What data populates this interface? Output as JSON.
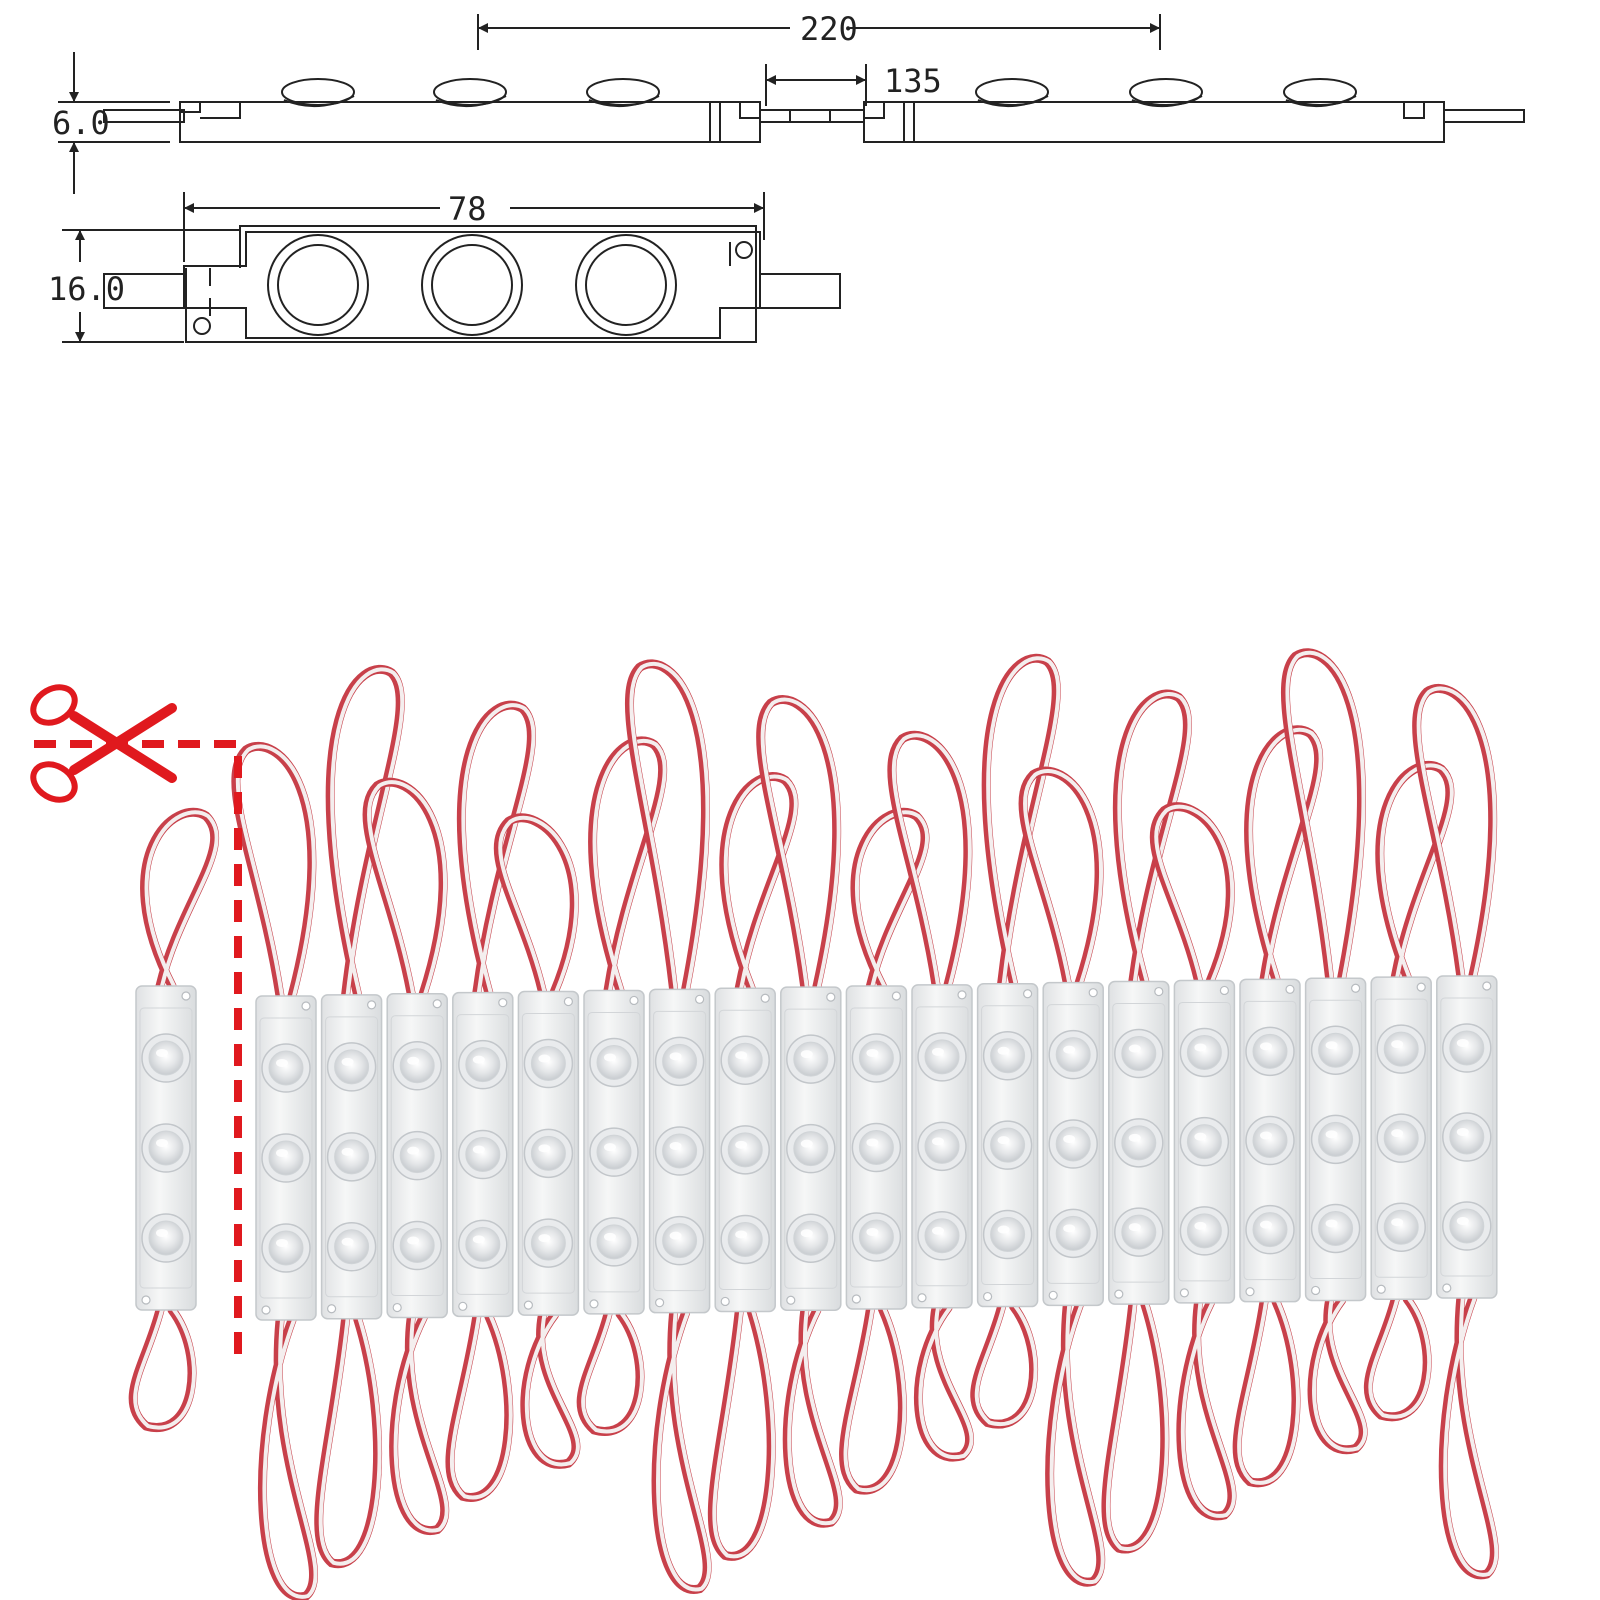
{
  "drawing": {
    "total_span": "220",
    "gap": "135",
    "height": "6.0",
    "length": "78",
    "width": "16.0",
    "line_color": "#222222"
  },
  "photo": {
    "module_count": 20,
    "leds_per_module": 3,
    "cut_color": "#e0191e",
    "module_color": "#f1f2f2",
    "wire_red": "#c8404a",
    "wire_white": "#f4eeee",
    "cut_icon": "scissors-icon"
  }
}
